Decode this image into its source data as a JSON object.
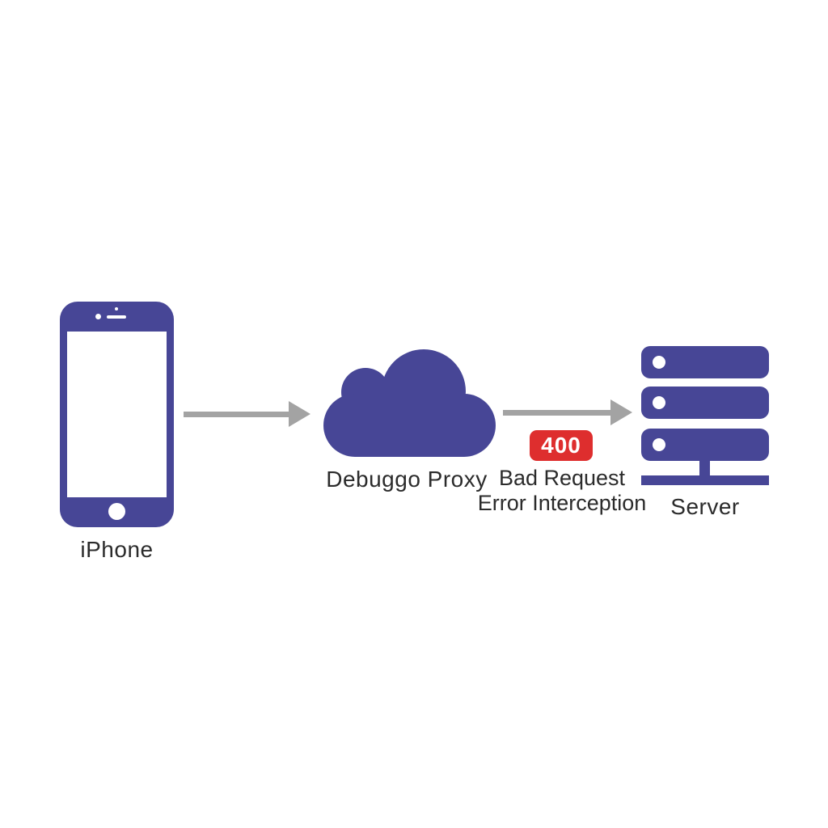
{
  "diagram": {
    "nodes": {
      "iphone": {
        "label": "iPhone",
        "icon": "iphone-icon"
      },
      "proxy": {
        "label": "Debuggo Proxy",
        "icon": "cloud-icon"
      },
      "server": {
        "label": "Server",
        "icon": "server-stack-icon"
      }
    },
    "connections": [
      {
        "from": "iphone",
        "to": "proxy",
        "icon": "arrow-right-icon"
      },
      {
        "from": "proxy",
        "to": "server",
        "icon": "arrow-right-icon"
      }
    ],
    "error_annotation": {
      "badge": "400",
      "line1": "Bad Request",
      "line2": "Error Interception"
    },
    "colors": {
      "node_indigo": "#474696",
      "badge_red": "#de2e2e",
      "arrow_gray": "#a3a3a3",
      "text": "#2b2b2b",
      "background": "#ffffff"
    }
  }
}
